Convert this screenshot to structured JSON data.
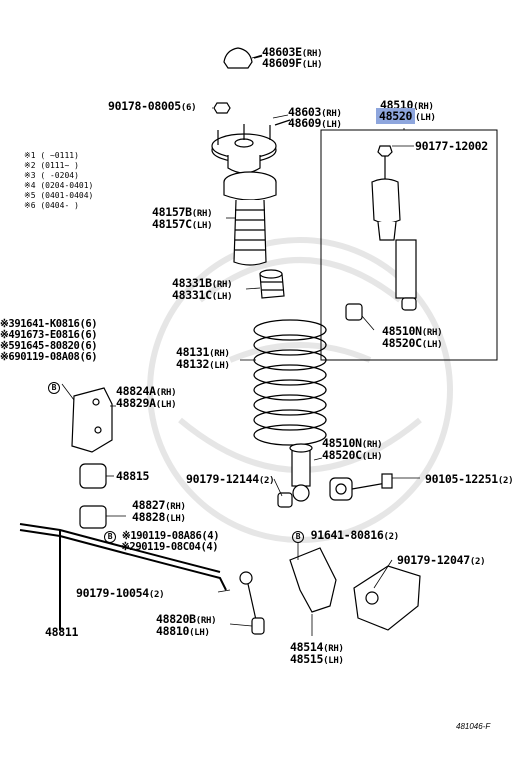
{
  "parts": {
    "p48603E": {
      "no": "48603E",
      "sfx": "(RH)"
    },
    "p48609F": {
      "no": "48609F",
      "sfx": "(LH)"
    },
    "p90178": {
      "no": "90178-08005",
      "sfx": "(6)"
    },
    "p48603": {
      "no": "48603",
      "sfx": "(RH)"
    },
    "p48609": {
      "no": "48609",
      "sfx": "(LH)"
    },
    "p48510": {
      "no": "48510",
      "sfx": "(RH)"
    },
    "p48520": {
      "no": "48520",
      "sfx": "(LH)"
    },
    "p90177": {
      "no": "90177-12002"
    },
    "p48157B": {
      "no": "48157B",
      "sfx": "(RH)"
    },
    "p48157C": {
      "no": "48157C",
      "sfx": "(LH)"
    },
    "p48331B": {
      "no": "48331B",
      "sfx": "(RH)"
    },
    "p48331C": {
      "no": "48331C",
      "sfx": "(LH)"
    },
    "p48510N_a": {
      "no": "48510N",
      "sfx": "(RH)"
    },
    "p48520C_a": {
      "no": "48520C",
      "sfx": "(LH)"
    },
    "p48131": {
      "no": "48131",
      "sfx": "(RH)"
    },
    "p48132": {
      "no": "48132",
      "sfx": "(LH)"
    },
    "p48824A": {
      "no": "48824A",
      "sfx": "(RH)"
    },
    "p48829A": {
      "no": "48829A",
      "sfx": "(LH)"
    },
    "p48510N_b": {
      "no": "48510N",
      "sfx": "(RH)"
    },
    "p48520C_b": {
      "no": "48520C",
      "sfx": "(LH)"
    },
    "p48815": {
      "no": "48815"
    },
    "p90179_12144": {
      "no": "90179-12144",
      "sfx": "(2)"
    },
    "p90105": {
      "no": "90105-12251",
      "sfx": "(2)"
    },
    "p48827": {
      "no": "48827",
      "sfx": "(RH)"
    },
    "p48828": {
      "no": "48828",
      "sfx": "(LH)"
    },
    "p91641_80816": {
      "no": "91641-80816",
      "sfx": "(2)"
    },
    "p90179_12047": {
      "no": "90179-12047",
      "sfx": "(2)"
    },
    "p90179_10054": {
      "no": "90179-10054",
      "sfx": "(2)"
    },
    "p48811": {
      "no": "48811"
    },
    "p48820B": {
      "no": "48820B",
      "sfx": "(RH)"
    },
    "p48810": {
      "no": "48810",
      "sfx": "(LH)"
    },
    "p48514": {
      "no": "48514",
      "sfx": "(RH)"
    },
    "p48515": {
      "no": "48515",
      "sfx": "(LH)"
    }
  },
  "left_group": [
    {
      "mark": "※3",
      "no": "91641-K0816",
      "sfx": "(6)"
    },
    {
      "mark": "※4",
      "no": "91673-E0816",
      "sfx": "(6)"
    },
    {
      "mark": "※5",
      "no": "91645-80820",
      "sfx": "(6)"
    },
    {
      "mark": "※6",
      "no": "90119-08A08",
      "sfx": "(6)"
    }
  ],
  "stab_bolts": [
    {
      "mark": "※1",
      "no": "90119-08A86",
      "sfx": "(4)"
    },
    {
      "mark": "※2",
      "no": "90119-08C04",
      "sfx": "(4)"
    }
  ],
  "legend": [
    {
      "mark": "※1",
      "range": "(        ~0111)"
    },
    {
      "mark": "※2",
      "range": "(0111~        )"
    },
    {
      "mark": "※3",
      "range": "(      -0204)"
    },
    {
      "mark": "※4",
      "range": "(0204-0401)"
    },
    {
      "mark": "※5",
      "range": "(0401-0404)"
    },
    {
      "mark": "※6",
      "range": "(0404-      )"
    }
  ],
  "ref_b": "B",
  "figure_code": "481046-F",
  "colors": {
    "highlight": "#8ea6dd",
    "line": "#000000",
    "watermark": "#e9e9e9"
  }
}
